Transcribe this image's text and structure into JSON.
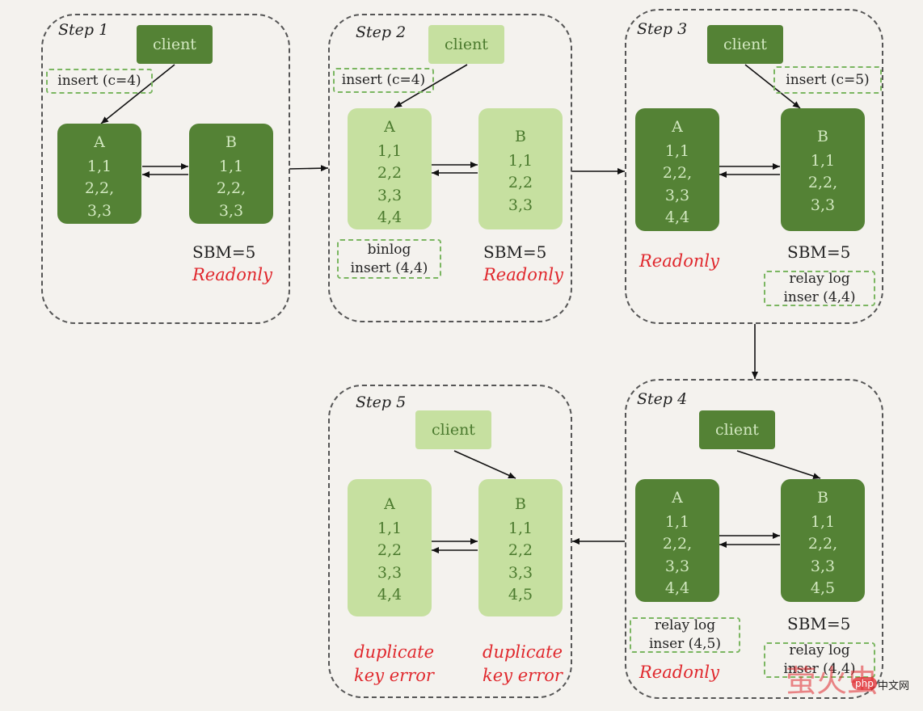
{
  "colors": {
    "dark_green": "#548235",
    "light_green": "#c6e0a0",
    "red": "#e0282d",
    "dashed_tag": "#7bb661"
  },
  "client_label": "client",
  "steps": [
    {
      "title": "Step 1",
      "insert": "insert (c=4)",
      "nodeA": {
        "name": "A",
        "rows": [
          "1,1",
          "2,2,",
          "3,3"
        ]
      },
      "nodeB": {
        "name": "B",
        "rows": [
          "1,1",
          "2,2,",
          "3,3"
        ]
      },
      "sbm": "SBM=5",
      "status": "Readonly"
    },
    {
      "title": "Step 2",
      "insert": "insert (c=4)",
      "nodeA": {
        "name": "A",
        "rows": [
          "1,1",
          "2,2",
          "3,3",
          "4,4"
        ]
      },
      "nodeB": {
        "name": "B",
        "rows": [
          "1,1",
          "2,2",
          "3,3"
        ]
      },
      "binlog": [
        "binlog",
        "insert (4,4)"
      ],
      "sbm": "SBM=5",
      "status": "Readonly"
    },
    {
      "title": "Step 3",
      "insert": "insert (c=5)",
      "nodeA": {
        "name": "A",
        "rows": [
          "1,1",
          "2,2,",
          "3,3",
          "4,4"
        ]
      },
      "nodeB": {
        "name": "B",
        "rows": [
          "1,1",
          "2,2,",
          "3,3"
        ]
      },
      "status": "Readonly",
      "sbm": "SBM=5",
      "relay": [
        "relay log",
        "inser (4,4)"
      ]
    },
    {
      "title": "Step 4",
      "nodeA": {
        "name": "A",
        "rows": [
          "1,1",
          "2,2,",
          "3,3",
          "4,4"
        ]
      },
      "nodeB": {
        "name": "B",
        "rows": [
          "1,1",
          "2,2,",
          "3,3",
          "4,5"
        ]
      },
      "relayA": [
        "relay log",
        "inser (4,5)"
      ],
      "status": "Readonly",
      "sbm": "SBM=5",
      "relayB": [
        "relay log",
        "inser (4,4)"
      ]
    },
    {
      "title": "Step 5",
      "nodeA": {
        "name": "A",
        "rows": [
          "1,1",
          "2,2",
          "3,3",
          "4,4"
        ]
      },
      "nodeB": {
        "name": "B",
        "rows": [
          "1,1",
          "2,2",
          "3,3",
          "4,5"
        ]
      },
      "errorA": [
        "duplicate",
        "key error"
      ],
      "errorB": [
        "duplicate",
        "key error"
      ]
    }
  ],
  "watermark": {
    "cn": "萤火虫",
    "php": "php",
    "site": "中文网"
  }
}
